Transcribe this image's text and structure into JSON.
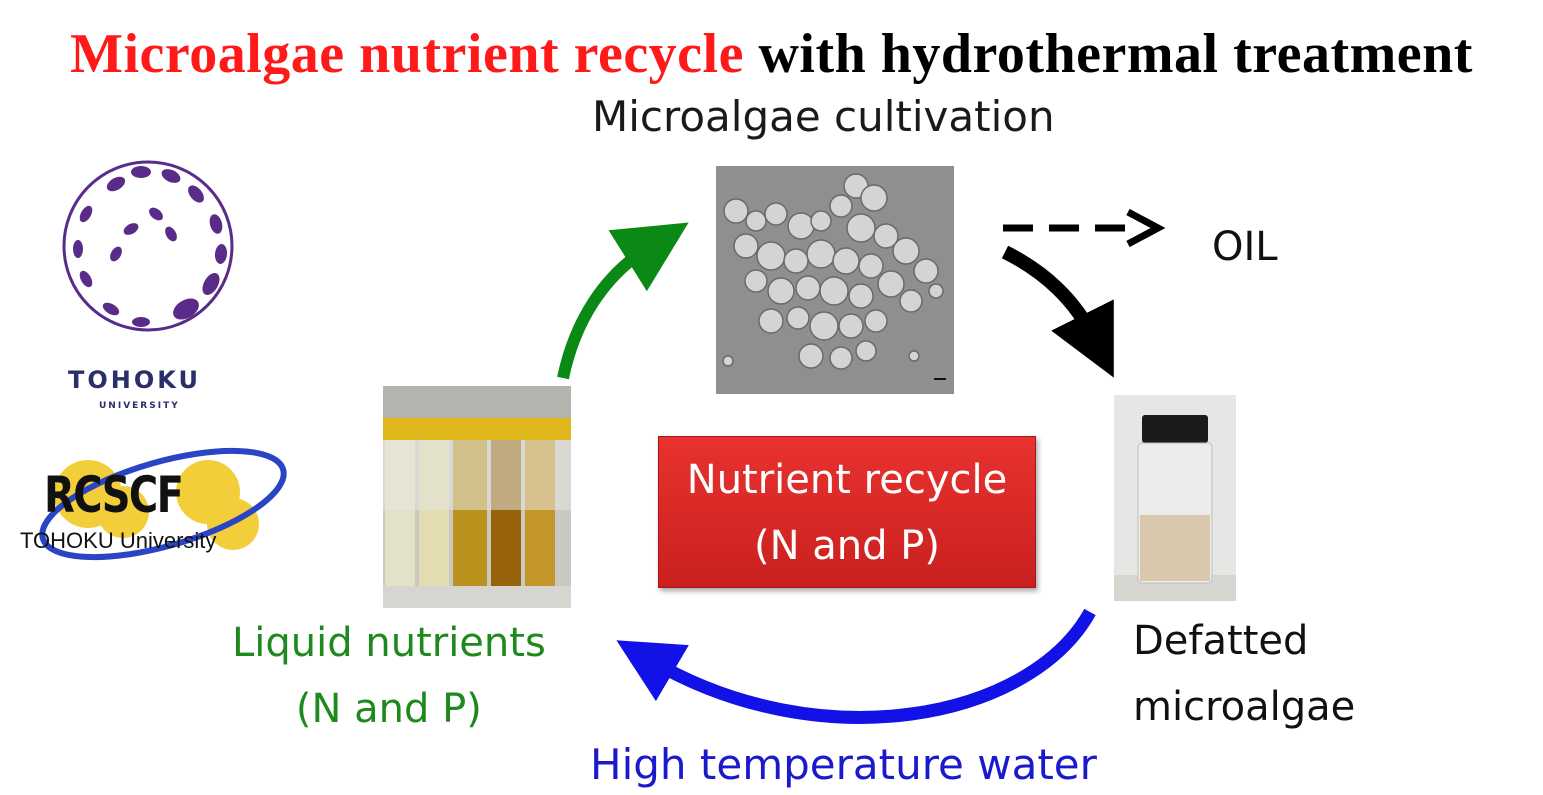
{
  "title": {
    "highlight": "Microalgae nutrient recycle",
    "rest": " with hydrothermal treatment"
  },
  "labels": {
    "cultivation": "Microalgae cultivation",
    "oil": "OIL",
    "liquid_line1": "Liquid nutrients",
    "liquid_line2": "(N and P)",
    "defatted_line1": "Defatted",
    "defatted_line2": "microalgae",
    "high_temp_water": "High temperature water"
  },
  "center_box": {
    "line1": "Nutrient recycle",
    "line2": "(N and P)"
  },
  "logos": {
    "tohoku_name": "TOHOKU",
    "tohoku_sub": "UNIVERSITY",
    "rcscf_name": "RCSCF",
    "rcscf_sub": "TOHOKU University"
  },
  "colors": {
    "title_highlight": "#ff1a1a",
    "green_arrow": "#0a8a14",
    "blue_arrow": "#1212e6",
    "box_red": "#d42a28"
  }
}
